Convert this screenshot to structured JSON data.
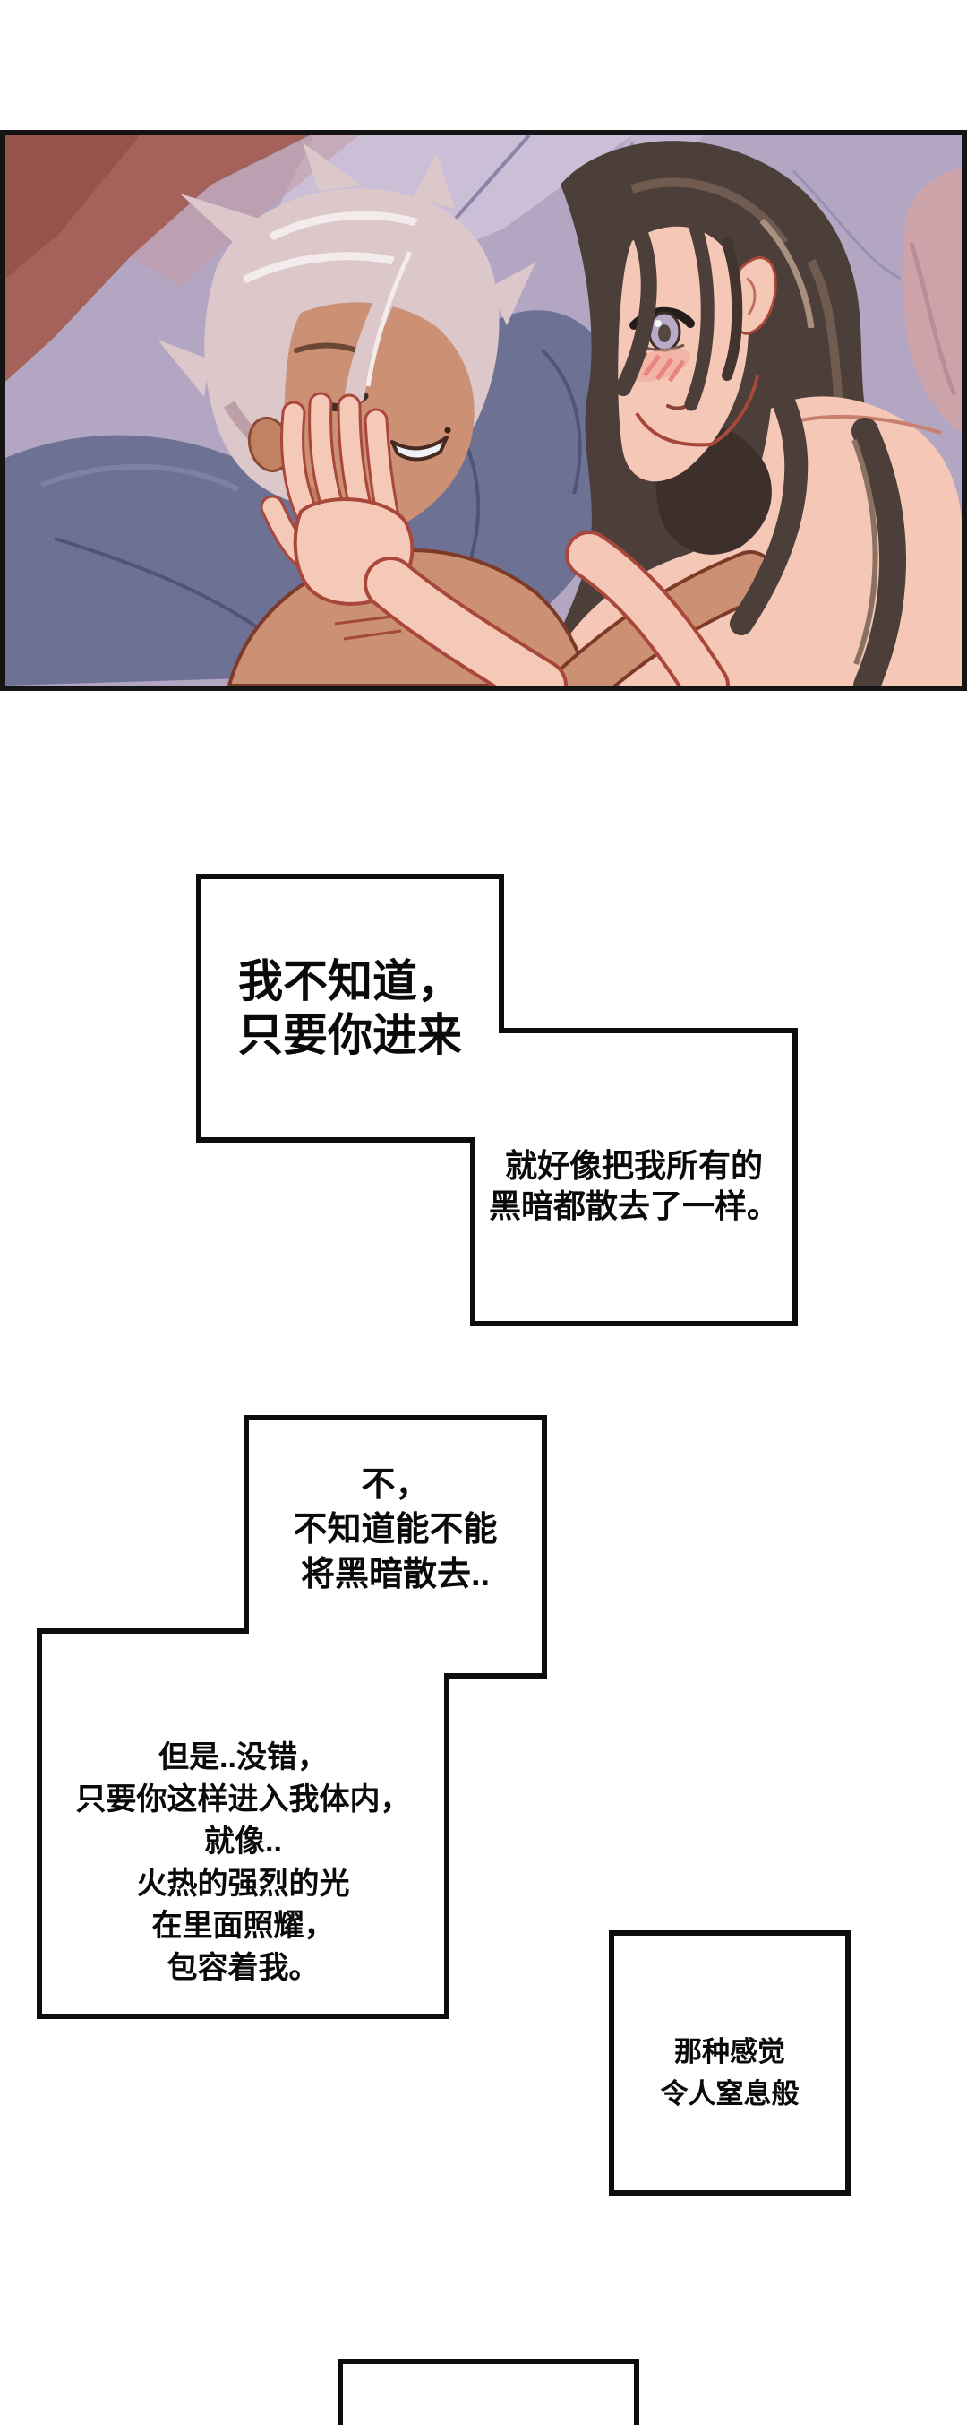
{
  "page": {
    "background": "#ffffff"
  },
  "panel": {
    "border_color": "#141414",
    "scene": "two-characters-lying-in-bed",
    "colors": {
      "bedding": "#b3a6c2",
      "bedding_fold_light": "#cbbfd8",
      "bedding_crease": "#8d83a7",
      "wall_maroon": "#a5625a",
      "slate_pillow": "#6d7194",
      "pink_pillow": "#cda3aa",
      "his_hair": "#dcc8ca",
      "his_skin": "#cc9074",
      "her_hair": "#4c3e39",
      "her_skin": "#f4c7b6",
      "blush": "#ef9e94",
      "eye_iris": "#b7abc9",
      "outline_red": "#8a4335"
    }
  },
  "bubbles": {
    "border_color": "#0d0d0d",
    "text_color": "#0a0a0a",
    "b1": {
      "lines": [
        "我不知道，",
        "只要你进来"
      ]
    },
    "b2": {
      "lines": [
        "就好像把我所有的",
        "黑暗都散去了一样。"
      ]
    },
    "b3": {
      "lines": [
        "不，",
        "不知道能不能",
        "将黑暗散去.."
      ]
    },
    "b4": {
      "lines": [
        "但是..没错，",
        "只要你这样进入我体内，",
        "就像..",
        "火热的强烈的光",
        "在里面照耀，",
        "包容着我。"
      ]
    },
    "b5": {
      "lines": [
        "那种感觉",
        "令人窒息般"
      ]
    },
    "b6": {
      "lines": []
    }
  }
}
